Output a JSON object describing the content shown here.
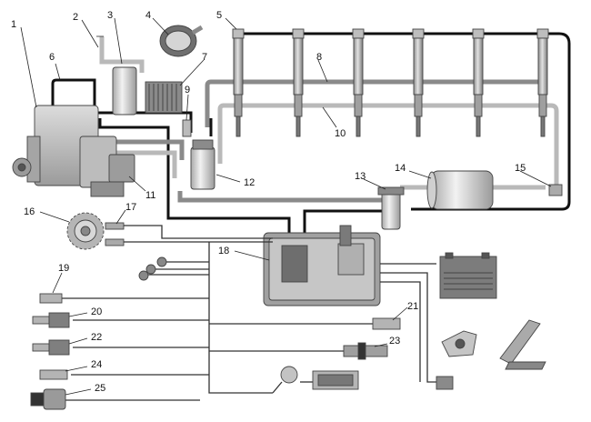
{
  "callouts": [
    "1",
    "2",
    "3",
    "4",
    "5",
    "6",
    "7",
    "8",
    "9",
    "10",
    "11",
    "12",
    "13",
    "14",
    "15",
    "16",
    "17",
    "18",
    "19",
    "20",
    "21",
    "22",
    "23",
    "24",
    "25"
  ]
}
